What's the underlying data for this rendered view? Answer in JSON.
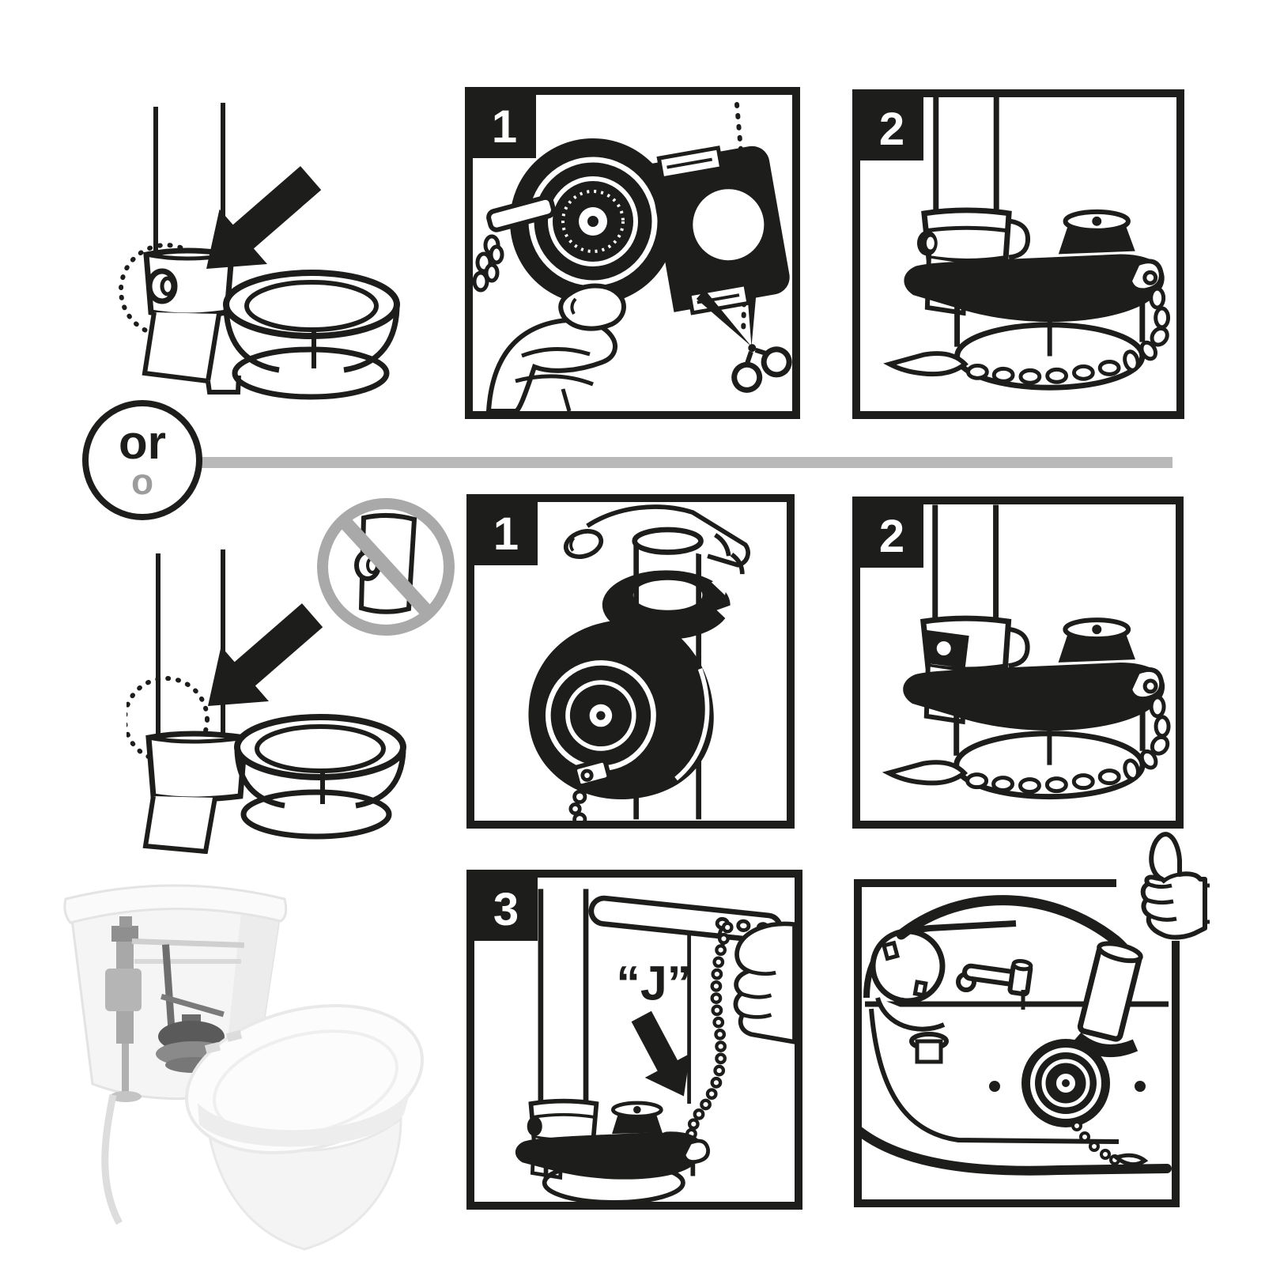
{
  "colors": {
    "ink": "#1d1d1b",
    "divider_gray": "#b9b9b9",
    "prohibit_gray": "#a9a9a9",
    "badge_bg": "#1d1d1b",
    "badge_fg": "#ffffff"
  },
  "or_badge": {
    "primary": "or",
    "secondary": "o"
  },
  "steps": {
    "row1_step1": {
      "number": "1"
    },
    "row1_step2": {
      "number": "2"
    },
    "row2_step1": {
      "number": "1"
    },
    "row2_step2": {
      "number": "2"
    },
    "row3_step3": {
      "number": "3",
      "chain_hook_label": "“J”"
    }
  }
}
